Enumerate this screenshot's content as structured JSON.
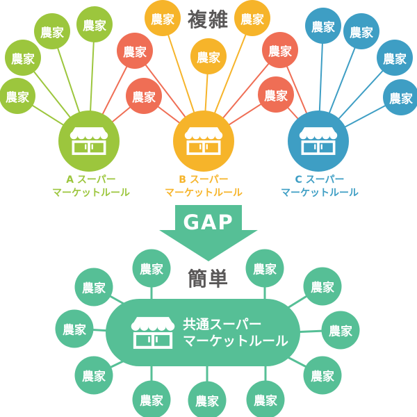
{
  "top_section": {
    "title": "複雑",
    "farm_label": "農家",
    "markets": [
      {
        "id": "A",
        "name_line1": "A スーパー",
        "name_line2": "マーケットルール",
        "color": "#9CC63D"
      },
      {
        "id": "B",
        "name_line1": "B スーパー",
        "name_line2": "マーケットルール",
        "color": "#F6B42A"
      },
      {
        "id": "C",
        "name_line1": "C スーパー",
        "name_line2": "マーケットルール",
        "color": "#3E9EC4"
      }
    ],
    "farm_colors": {
      "green_farms": "#9CC63D",
      "orange_farms": "#F6B42A",
      "shared_red_farms": "#EF6E55",
      "blue_farms": "#3E9EC4"
    }
  },
  "gap_arrow": {
    "label": "GAP",
    "color": "#56BF96"
  },
  "bottom_section": {
    "title": "簡単",
    "farm_label": "農家",
    "hub_name_line1": "共通スーパー",
    "hub_name_line2": "マーケットルール",
    "color": "#56BF96"
  },
  "text_color": "#595757"
}
